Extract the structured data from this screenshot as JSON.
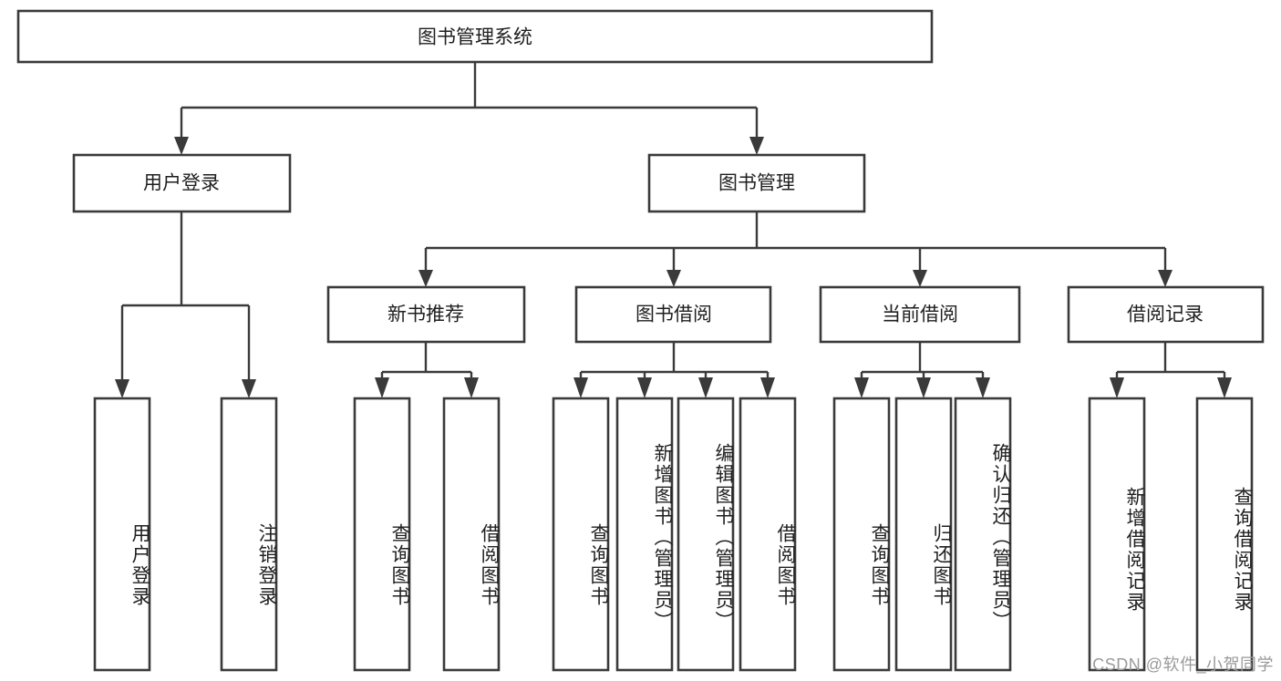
{
  "diagram": {
    "title": "图书管理系统",
    "watermark": "CSDN @软件_小贺同学",
    "colors": {
      "stroke": "#3a3a3a",
      "fill": "#ffffff",
      "text": "#1f1f1f",
      "watermark": "#9a9a9a"
    },
    "levels": {
      "root": {
        "label": "图书管理系统"
      },
      "level2": [
        {
          "label": "用户登录"
        },
        {
          "label": "图书管理"
        }
      ],
      "level3": [
        {
          "label": "新书推荐"
        },
        {
          "label": "图书借阅"
        },
        {
          "label": "当前借阅"
        },
        {
          "label": "借阅记录"
        }
      ],
      "leaves_user_login": [
        {
          "label": "用户登录"
        },
        {
          "label": "注销登录"
        }
      ],
      "leaves_new_book": [
        {
          "label": "查询图书"
        },
        {
          "label": "借阅图书"
        }
      ],
      "leaves_book_borrow": [
        {
          "label": "查询图书"
        },
        {
          "label": "新增图书（管理员）"
        },
        {
          "label": "编辑图书（管理员）"
        },
        {
          "label": "借阅图书"
        }
      ],
      "leaves_current_borrow": [
        {
          "label": "查询图书"
        },
        {
          "label": "归还图书"
        },
        {
          "label": "确认归还（管理员）"
        }
      ],
      "leaves_borrow_record": [
        {
          "label": "新增借阅记录"
        },
        {
          "label": "查询借阅记录"
        }
      ]
    }
  }
}
